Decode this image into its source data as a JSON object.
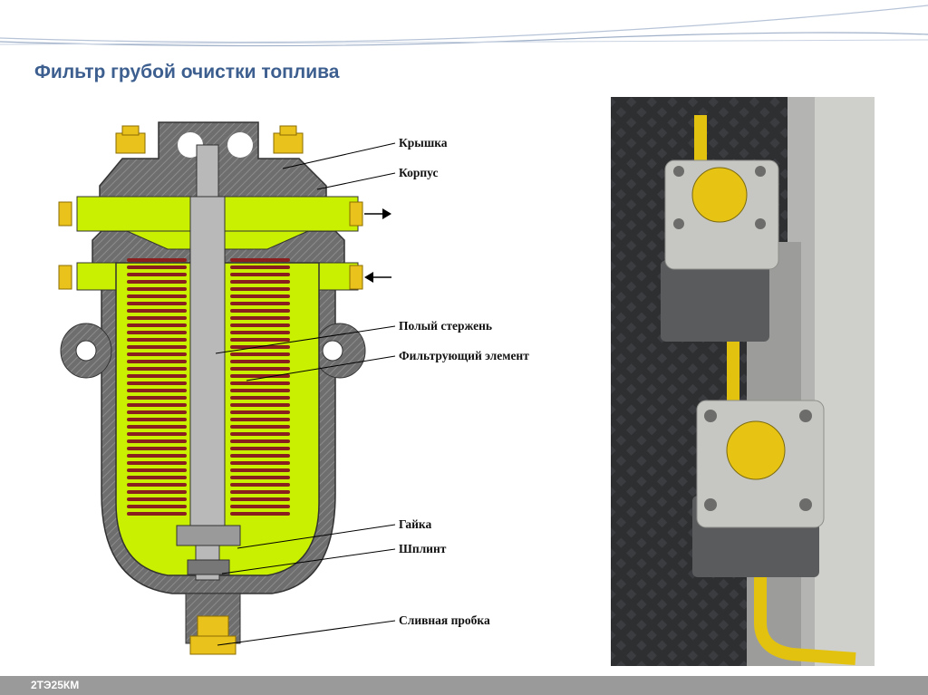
{
  "slide": {
    "title": "Фильтр грубой очистки топлива",
    "footer_label": "2ТЭ25КМ"
  },
  "labels": {
    "cover": "Крышка",
    "housing": "Корпус",
    "hollow_rod": "Полый стержень",
    "filter_element": "Фильтрующий элемент",
    "nut": "Гайка",
    "split_pin": "Шплинт",
    "drain_plug": "Сливная пробка"
  },
  "colors": {
    "title": "#3d5f8f",
    "fuel_green": "#c8f000",
    "filter_red": "#8a1f1f",
    "bolt_yellow": "#e9c21c",
    "body_gray": "#6e6e6e",
    "rod_gray": "#b9b9b9",
    "footer_bar": "#9a9a9a"
  }
}
